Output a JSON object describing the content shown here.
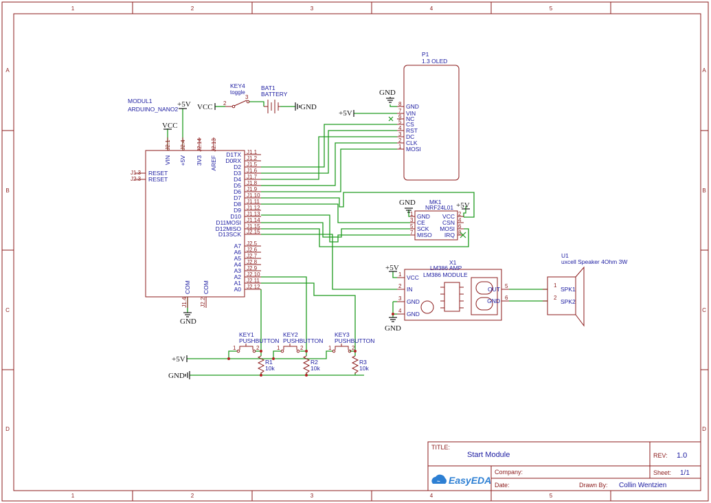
{
  "frame": {
    "col_numbers": [
      "1",
      "2",
      "3",
      "4",
      "5"
    ],
    "row_letters": [
      "A",
      "B",
      "C",
      "D"
    ]
  },
  "title_block": {
    "title_label": "TITLE:",
    "title": "Start Module",
    "rev_label": "REV:",
    "rev": "1.0",
    "company_label": "Company:",
    "company": "",
    "sheet_label": "Sheet:",
    "sheet": "1/1",
    "date_label": "Date:",
    "date": "",
    "drawn_by_label": "Drawn By:",
    "drawn_by": "Collin Wentzien",
    "logo_text": "EasyEDA"
  },
  "power": {
    "vcc": "VCC",
    "p5v": "+5V",
    "gnd": "GND"
  },
  "nano": {
    "ref": "MODUL1",
    "value": "ARDUINO_NANO2",
    "top_pins": [
      {
        "num": "J2.1",
        "name": "VIN"
      },
      {
        "num": "J2.4",
        "name": "+5V"
      },
      {
        "num": "J2.14",
        "name": "3V3"
      },
      {
        "num": "J2.13",
        "name": "AREF"
      }
    ],
    "left_pins": [
      {
        "num": "J1.3",
        "name": "RESET"
      },
      {
        "num": "J2.3",
        "name": "RESET"
      }
    ],
    "bottom_pins": [
      {
        "num": "J1.4",
        "name": "COM"
      },
      {
        "num": "J2.2",
        "name": "COM"
      }
    ],
    "right_pins": [
      {
        "num": "J1.1",
        "name": "D1TX"
      },
      {
        "num": "J1.2",
        "name": "D0RX"
      },
      {
        "num": "J1.5",
        "name": "D2"
      },
      {
        "num": "J1.6",
        "name": "D3"
      },
      {
        "num": "J1.7",
        "name": "D4"
      },
      {
        "num": "J1.8",
        "name": "D5"
      },
      {
        "num": "J1.9",
        "name": "D6"
      },
      {
        "num": "J1.10",
        "name": "D7"
      },
      {
        "num": "J1.11",
        "name": "D8"
      },
      {
        "num": "J1.12",
        "name": "D9"
      },
      {
        "num": "J1.13",
        "name": "D10"
      },
      {
        "num": "J1.14",
        "name": "D11MOSI"
      },
      {
        "num": "J1.15",
        "name": "D12MISO"
      },
      {
        "num": "J2.15",
        "name": "D13SCK"
      },
      {
        "num": "J2.5",
        "name": "A7"
      },
      {
        "num": "J2.6",
        "name": "A6"
      },
      {
        "num": "J2.7",
        "name": "A5"
      },
      {
        "num": "J2.8",
        "name": "A4"
      },
      {
        "num": "J2.9",
        "name": "A3"
      },
      {
        "num": "J2.10",
        "name": "A2"
      },
      {
        "num": "J2.11",
        "name": "A1"
      },
      {
        "num": "J2.12",
        "name": "A0"
      }
    ]
  },
  "oled": {
    "ref": "P1",
    "value": "1.3 OLED",
    "pins": [
      {
        "num": "8",
        "name": "GND"
      },
      {
        "num": "7",
        "name": "VIN"
      },
      {
        "num": "6",
        "name": "NC"
      },
      {
        "num": "5",
        "name": "CS"
      },
      {
        "num": "4",
        "name": "RST"
      },
      {
        "num": "3",
        "name": "DC"
      },
      {
        "num": "2",
        "name": "CLK"
      },
      {
        "num": "1",
        "name": "MOSI"
      }
    ]
  },
  "key4": {
    "ref": "KEY4",
    "value": "toggle",
    "pin_left": "2",
    "pin_right": "3"
  },
  "battery": {
    "ref": "BAT1",
    "value": "BATTERY"
  },
  "nrf": {
    "ref": "MK1",
    "value": "NRF24L01",
    "left_pins": [
      {
        "num": "1",
        "name": "GND"
      },
      {
        "num": "3",
        "name": "CE"
      },
      {
        "num": "5",
        "name": "SCK"
      },
      {
        "num": "7",
        "name": "MISO"
      }
    ],
    "right_pins": [
      {
        "num": "2",
        "name": "VCC"
      },
      {
        "num": "4",
        "name": "CSN"
      },
      {
        "num": "6",
        "name": "MOSI"
      },
      {
        "num": "8",
        "name": "IRQ"
      }
    ]
  },
  "amp": {
    "ref": "X1",
    "value": "LM386 AMP",
    "module_label": "LM386 MODULE",
    "left_pins": [
      {
        "num": "1",
        "name": "VCC"
      },
      {
        "num": "2",
        "name": "IN"
      },
      {
        "num": "3",
        "name": "GND"
      },
      {
        "num": "4",
        "name": "GND"
      }
    ],
    "right_pins": [
      {
        "num": "5",
        "name": "OUT"
      },
      {
        "num": "6",
        "name": "GND"
      }
    ]
  },
  "speaker": {
    "ref": "U1",
    "value": "uxcell Speaker 4Ohm 3W",
    "pins": [
      {
        "num": "1",
        "name": "SPK1"
      },
      {
        "num": "2",
        "name": "SPK2"
      }
    ]
  },
  "buttons": [
    {
      "ref": "KEY1",
      "value": "PUSHBUTTON",
      "pin_left": "1",
      "pin_right": "2"
    },
    {
      "ref": "KEY2",
      "value": "PUSHBUTTON",
      "pin_left": "1",
      "pin_right": "2"
    },
    {
      "ref": "KEY3",
      "value": "PUSHBUTTON",
      "pin_left": "1",
      "pin_right": "2"
    }
  ],
  "resistors": [
    {
      "ref": "R1",
      "value": "10k"
    },
    {
      "ref": "R2",
      "value": "10k"
    },
    {
      "ref": "R3",
      "value": "10k"
    }
  ]
}
